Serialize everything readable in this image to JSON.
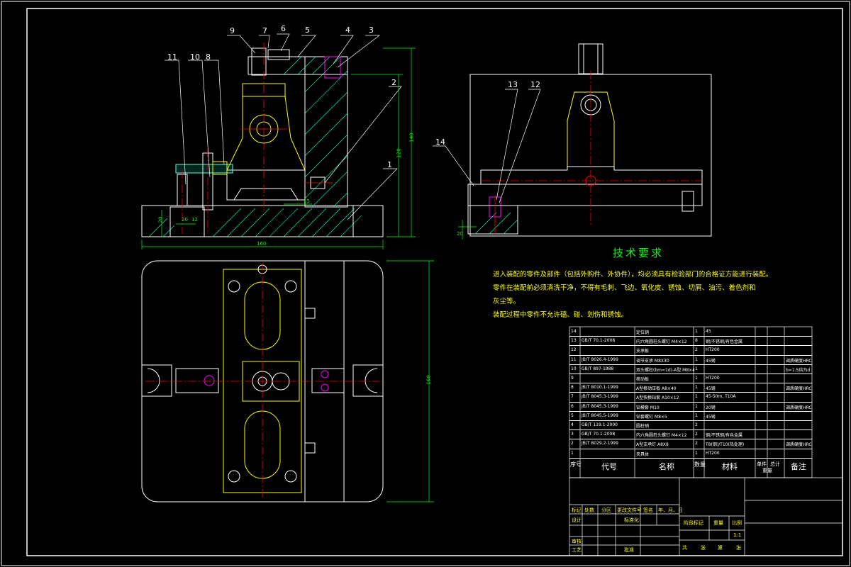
{
  "drawing": {
    "tech_title": "技术要求",
    "tech_lines": [
      "进入装配的零件及部件（包括外购件、外协件），均必须具有检验部门的合格证方能进行装配。",
      "零件在装配前必须清洗干净，不得有毛刺、飞边、氧化皮、锈蚀、切屑、油污、着色剂和",
      "灰尘等。",
      "装配过程中零件不允许磕、碰、划伤和锈蚀。"
    ],
    "balloons_front": [
      "9",
      "7",
      "6",
      "5",
      "4",
      "3",
      "11",
      "10",
      "8",
      "2",
      "1"
    ],
    "balloons_side": [
      "13",
      "12",
      "14"
    ],
    "dims": {
      "d1": "140",
      "d2": "120",
      "d3": "160",
      "d4": "15",
      "d5": "20",
      "d6": "20",
      "d7": "12",
      "d8": "20",
      "d9": "160"
    }
  },
  "bom": {
    "rows": [
      {
        "no": "14",
        "code": "",
        "name": "定位销",
        "qty": "1",
        "material": "45",
        "note": ""
      },
      {
        "no": "13",
        "code": "GB/T 70.1-2008",
        "name": "内六角圆柱头螺钉 M4×12",
        "qty": "8",
        "material": "钢/不锈钢/有色金属",
        "note": ""
      },
      {
        "no": "12",
        "code": "",
        "name": "支承板",
        "qty": "2",
        "material": "HT200",
        "note": ""
      },
      {
        "no": "11",
        "code": "JB/T 8026.4-1999",
        "name": "调节支承 M8X30",
        "qty": "1",
        "material": "45钢",
        "note": "调质硬度HRC"
      },
      {
        "no": "10",
        "code": "GB/T 897-1988",
        "name": "双头螺柱(bm=1d)-A型 M8×40",
        "qty": "1",
        "material": "",
        "note": "b=1.5倍为d"
      },
      {
        "no": "9",
        "code": "",
        "name": "移动板",
        "qty": "1",
        "material": "HT200",
        "note": ""
      },
      {
        "no": "8",
        "code": "JB/T 8010.1-1999",
        "name": "A型移动压板 A8×40",
        "qty": "1",
        "material": "45钢",
        "note": "调质硬度HRC"
      },
      {
        "no": "7",
        "code": "JB/T 8045.3-1999",
        "name": "A型快换钻套 A10×12",
        "qty": "1",
        "material": "45-50m, T10A",
        "note": ""
      },
      {
        "no": "6",
        "code": "JB/T 8045.3-1999",
        "name": "钻模套 M10",
        "qty": "1",
        "material": "20钢",
        "note": "调质硬度HRC"
      },
      {
        "no": "5",
        "code": "JB/T 8045.5-1999",
        "name": "钻套螺钉 M8×5",
        "qty": "1",
        "material": "45钢",
        "note": ""
      },
      {
        "no": "4",
        "code": "GB/T 119.1-2000",
        "name": "圆柱销",
        "qty": "2",
        "material": "",
        "note": ""
      },
      {
        "no": "3",
        "code": "GB/T 70.1-2008",
        "name": "内六角圆柱头螺钉 M4×12",
        "qty": "2",
        "material": "钢/不锈钢/有色金属",
        "note": ""
      },
      {
        "no": "2",
        "code": "JB/T 8029.2-1999",
        "name": "A型支承钉 A8X8",
        "qty": "2",
        "material": "T8(钢)/T10(热处理)",
        "note": "调质硬度HRC"
      },
      {
        "no": "1",
        "code": "",
        "name": "夹具体",
        "qty": "1",
        "material": "HT200",
        "note": ""
      }
    ],
    "header": {
      "no": "序号",
      "code": "代号",
      "name": "名称",
      "qty": "数量",
      "material": "材料",
      "unit_w": "单件",
      "total_w": "总计",
      "weight": "重量",
      "note": "备注"
    }
  },
  "title_block": {
    "row1": [
      "标记",
      "处数",
      "分区",
      "更改文件号",
      "签名",
      "年、月、日"
    ],
    "design": "设计",
    "standard": "标准化",
    "stage": "阶段标记",
    "weight": "重量",
    "scale": "比例",
    "scale_val": "1:1",
    "review": "审核",
    "process": "工艺",
    "approve": "批准",
    "sheets": [
      "共",
      "张",
      "第",
      "张"
    ]
  },
  "colors": {
    "bg": "#000000",
    "frame": "#ffffff",
    "part": "#ffffff",
    "center": "#ff0000",
    "dim": "#00ff00",
    "hatch": "#00ffcc",
    "yellow": "#ffff00",
    "magenta": "#ff00ff",
    "cyan": "#00ffff"
  }
}
